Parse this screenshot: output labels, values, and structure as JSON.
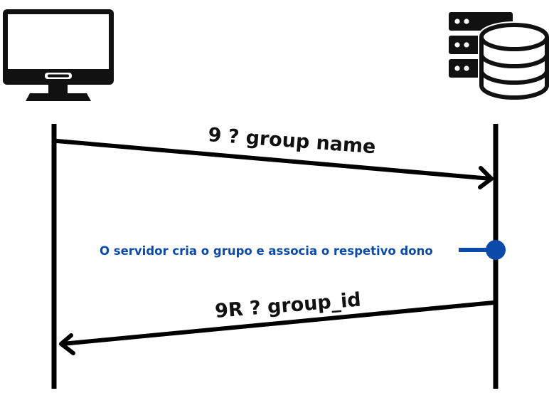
{
  "colors": {
    "line": "#000000",
    "note": "#0b4aa8"
  },
  "participants": {
    "client_icon": "desktop-monitor-icon",
    "server_icon": "server-database-icon"
  },
  "messages": [
    {
      "label": "9 ? group name",
      "direction": "client-to-server"
    },
    {
      "label": "9R ? group_id",
      "direction": "server-to-client"
    }
  ],
  "note": {
    "text": "O servidor cria o grupo e associa o respetivo dono"
  }
}
